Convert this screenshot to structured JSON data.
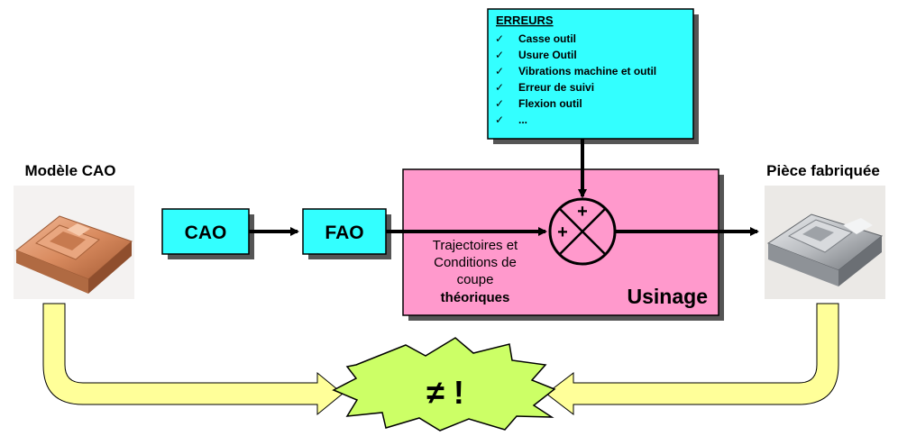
{
  "model_cao": {
    "label": "Modèle CAO"
  },
  "piece": {
    "label": "Pièce fabriquée"
  },
  "boxes": {
    "cao": "CAO",
    "fao": "FAO"
  },
  "usinage": {
    "label": "Usinage",
    "traj_lines": [
      "Trajectoires et",
      "Conditions de",
      "coupe"
    ],
    "traj_bold": "théoriques",
    "plus_top": "+",
    "plus_left": "+"
  },
  "erreurs": {
    "title": "ERREURS",
    "check": "✓",
    "items": [
      "Casse outil",
      "Usure Outil",
      "Vibrations machine et outil",
      "Erreur de suivi",
      "Flexion outil",
      "..."
    ]
  },
  "result": {
    "symbol": "≠ !"
  },
  "colors": {
    "cyan": "#33ffff",
    "pink": "#ff99cc",
    "arrow_yellow": "#ffff99",
    "burst": "#ccff66",
    "copper": "#d98b5f",
    "aluminium": "#b9bcc0"
  }
}
